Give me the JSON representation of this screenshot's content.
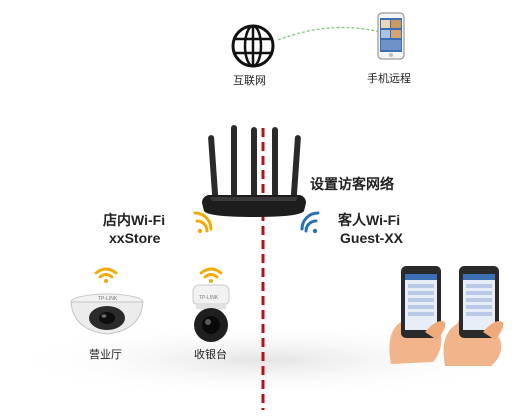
{
  "nodes": {
    "internet": {
      "label": "互联网"
    },
    "remote": {
      "label": "手机远程"
    },
    "guest_setup": {
      "label": "设置访客网络"
    },
    "store_wifi": {
      "line1": "店内Wi-Fi",
      "line2": "xxStore"
    },
    "guest_wifi": {
      "line1": "客人Wi-Fi",
      "line2": "Guest-XX"
    },
    "camera_hall": {
      "label": "营业厅",
      "brand": "TP-LINK"
    },
    "camera_cashier": {
      "label": "收银台",
      "brand": "TP-LINK"
    }
  },
  "colors": {
    "wifi_store": "#f2a900",
    "wifi_guest": "#2a6fb5",
    "divider": "#b3121b",
    "remote_link": "#7cc576",
    "router": "#222222"
  }
}
